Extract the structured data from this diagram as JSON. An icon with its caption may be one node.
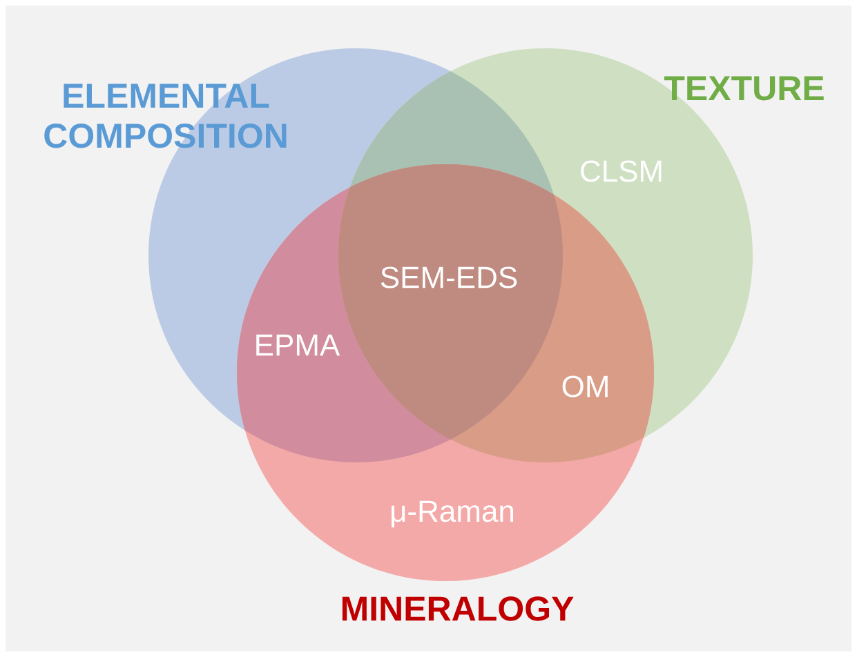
{
  "diagram": {
    "nodes": [
      {
        "text": [
          "ELEMENTAL COMPOSITION"
        ]
      },
      {
        "text": [
          "TEXTURE",
          "CLSM"
        ]
      },
      {
        "text": [
          "μ-Raman",
          "MINERALOGY"
        ]
      }
    ],
    "labels": [
      "SEM-EDS",
      "EPMA",
      "OM"
    ]
  }
}
